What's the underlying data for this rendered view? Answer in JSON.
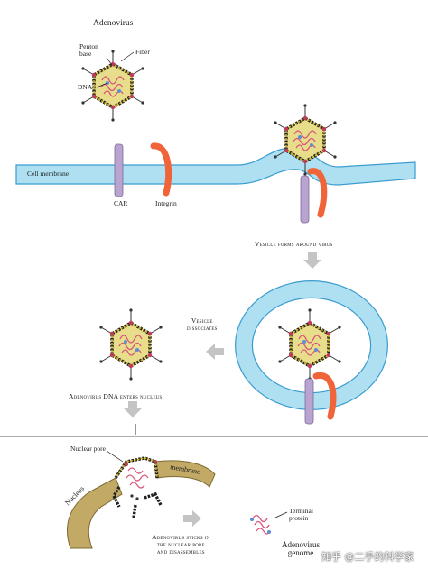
{
  "labels": {
    "adenovirus_title": "Adenovirus",
    "penton_base": "Penton\nbase",
    "fiber": "Fiber",
    "dna": "DNA",
    "cell_membrane": "Cell membrane",
    "car": "CAR",
    "integrin": "Integrin",
    "vesicle_forms": "Vesicle forms around virus",
    "vesicle_dissociates": "Vesicle\ndissociates",
    "dna_enters": "Adenovirus DNA enters nucleus",
    "nuclear_pore": "Nuclear pore",
    "nucleus": "Nucleus",
    "membrane": "membrane",
    "sticks": "Adenovirus sticks in\nthe nuclear pore\nand disassembles",
    "terminal_protein": "Terminal\nprotein",
    "genome": "Adenovirus\ngenome",
    "watermark": "知乎 @二手的科学家"
  },
  "colors": {
    "membrane_fill": "#aee0f2",
    "membrane_edge": "#3a9ccf",
    "capsid": "#e8dd8a",
    "capsid_beads": "#d2b224",
    "dna": "#d9557a",
    "car": "#b8a4cf",
    "integrin": "#f0643a",
    "nucleus": "#c2aa66",
    "arrow": "#bdbdbd"
  }
}
